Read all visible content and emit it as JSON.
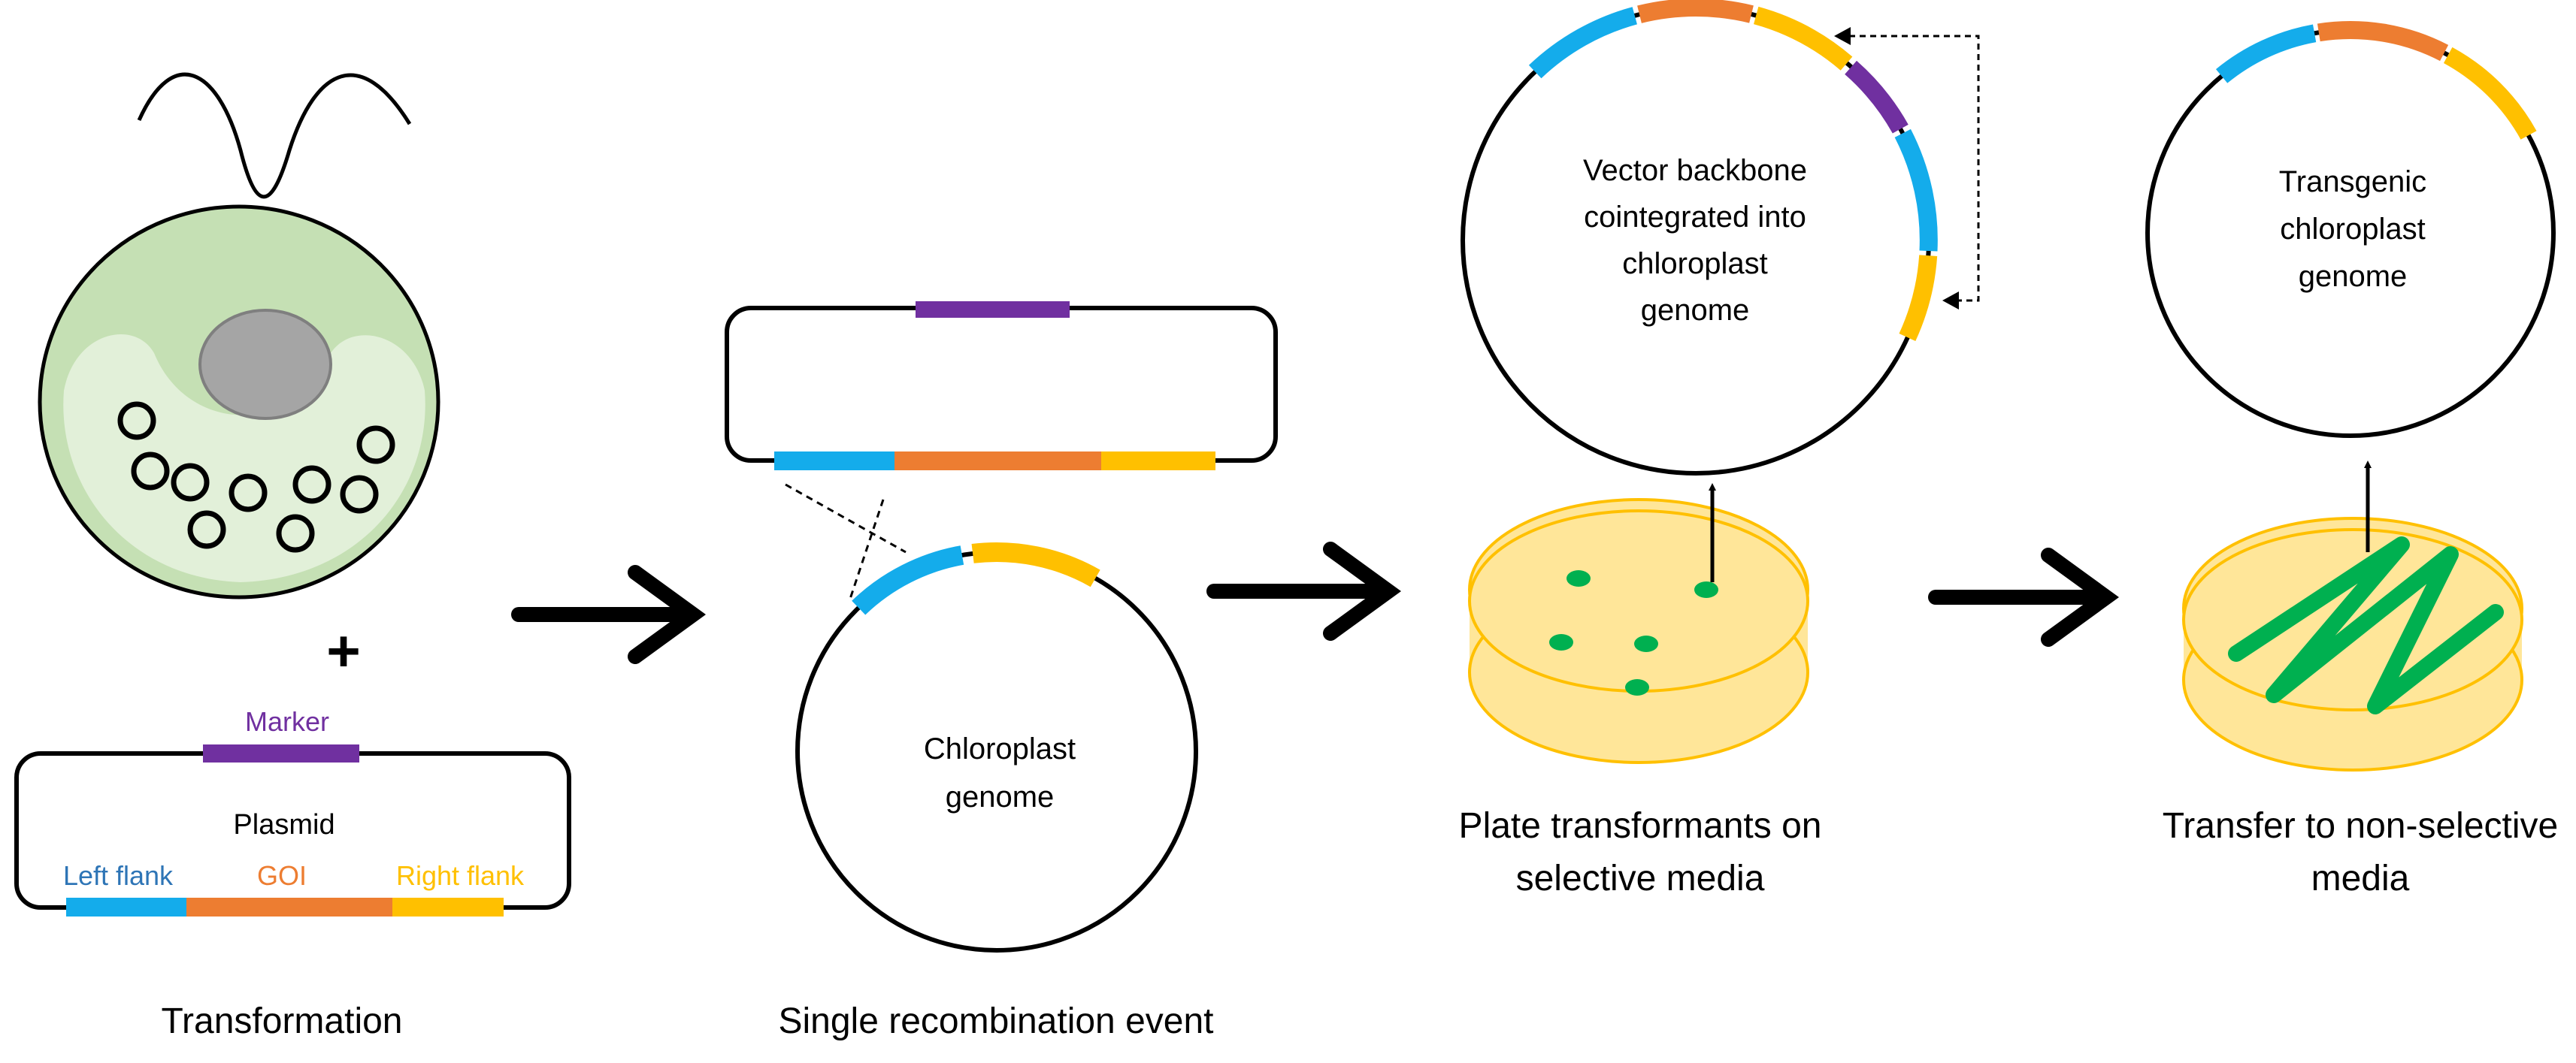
{
  "colors": {
    "left_flank": "#14ACEB",
    "goi": "#ED7D31",
    "right_flank": "#FFC000",
    "marker": "#7030A0",
    "cell_fill": "#C5E0B4",
    "cell_inner": "#E2F0D9",
    "cell_stroke": "#548235",
    "nucleus": "#A5A5A5",
    "plate_fill": "#FFE699",
    "plate_stroke": "#FFC000",
    "colony": "#00B050"
  },
  "labels": {
    "marker": "Marker",
    "plasmid": "Plasmid",
    "left_flank": "Left flank",
    "goi": "GOI",
    "right_flank": "Right flank",
    "plus": "+",
    "chloroplast_genome": [
      "Chloroplast",
      "genome"
    ],
    "vector_backbone": [
      "Vector backbone",
      "cointegrated into",
      "chloroplast",
      "genome"
    ],
    "transgenic": [
      "Transgenic",
      "chloroplast",
      "genome"
    ]
  },
  "captions": {
    "transformation": "Transformation",
    "single_recombination": "Single recombination event",
    "plate_transformants": [
      "Plate transformants on",
      "selective media"
    ],
    "transfer": [
      "Transfer to non-selective",
      "media"
    ]
  }
}
